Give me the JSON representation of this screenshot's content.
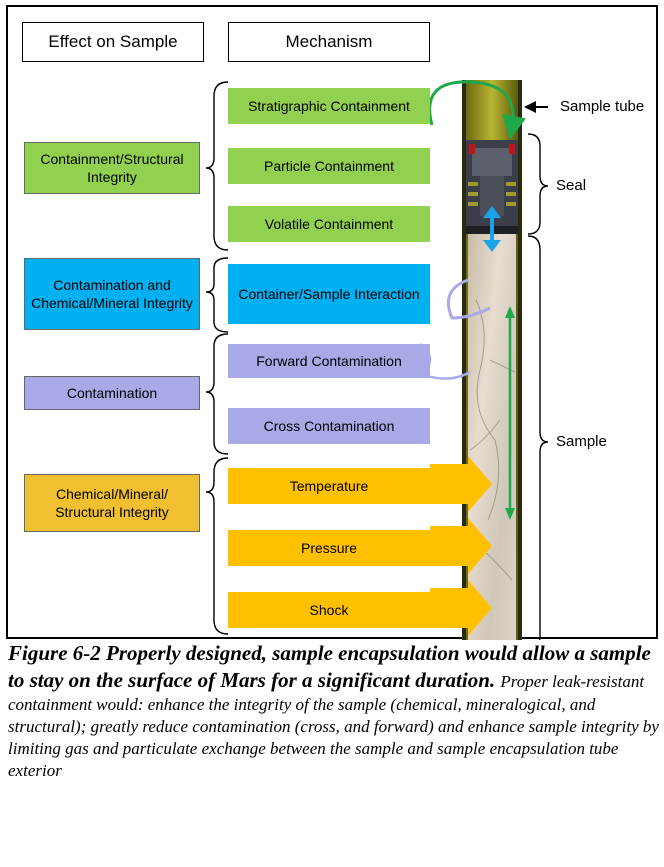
{
  "headers": {
    "effect": "Effect on Sample",
    "mechanism": "Mechanism"
  },
  "effects": [
    {
      "label": "Containment/Structural Integrity",
      "color": "#92d050"
    },
    {
      "label": "Contamination and Chemical/Mineral Integrity",
      "color": "#00b0f0"
    },
    {
      "label": "Contamination",
      "color": "#a9a9e8"
    },
    {
      "label": "Chemical/Mineral/ Structural Integrity",
      "color": "#f0c030"
    }
  ],
  "mechanisms": [
    {
      "label": "Stratigraphic Containment",
      "color": "#92d050"
    },
    {
      "label": "Particle Containment",
      "color": "#92d050"
    },
    {
      "label": "Volatile Containment",
      "color": "#92d050"
    },
    {
      "label": "Container/Sample Interaction",
      "color": "#00b0f0"
    },
    {
      "label": "Forward Contamination",
      "color": "#a9a9e8"
    },
    {
      "label": "Cross Contamination",
      "color": "#a9a9e8"
    },
    {
      "label": "Temperature",
      "color": "#ffc000"
    },
    {
      "label": "Pressure",
      "color": "#ffc000"
    },
    {
      "label": "Shock",
      "color": "#ffc000"
    }
  ],
  "tube_labels": {
    "sample_tube": "Sample tube",
    "seal": "Seal",
    "sample": "Sample"
  },
  "caption": {
    "title": "Figure 6-2 Properly designed, sample encapsulation would allow a sample to stay on the surface of Mars for a significant duration.",
    "body": "Proper leak-resistant containment would: enhance the integrity of the sample (chemical, mineralogical, and structural); greatly reduce contamination (cross, and forward) and enhance sample integrity by limiting gas and particulate exchange between the sample and sample encapsulation tube exterior"
  }
}
